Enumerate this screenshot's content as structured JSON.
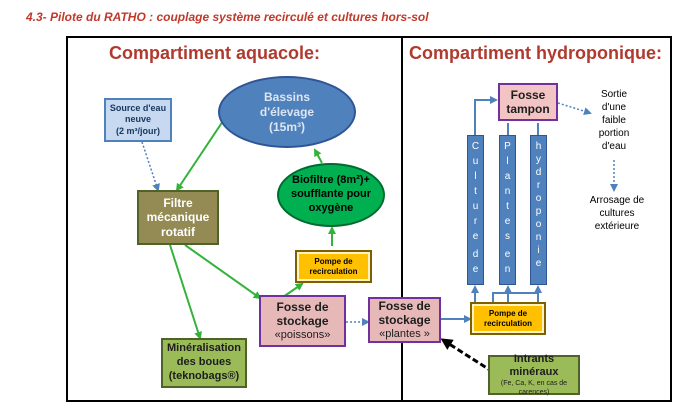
{
  "heading": "4.3- Pilote du RATHO : couplage système recirculé et cultures hors-sol",
  "aquacole": {
    "title": "Compartiment aquacole:",
    "source": {
      "line1": "Source d'eau",
      "line2": "neuve",
      "line3": "(2 m³/jour)"
    },
    "bassins": {
      "line1": "Bassins",
      "line2": "d'élevage",
      "line3": "(15m³)"
    },
    "biofiltre": {
      "line1": "Biofiltre (8m²)+",
      "line2": "soufflante pour",
      "line3": "oxygène"
    },
    "filtre": {
      "line1": "Filtre",
      "line2": "mécanique",
      "line3": "rotatif"
    },
    "pompe": {
      "line1": "Pompe de",
      "line2": "recirculation"
    },
    "fosse_poissons": {
      "line1": "Fosse de",
      "line2": "stockage",
      "line3": "«poissons»"
    },
    "mineralisation": {
      "line1": "Minéralisation",
      "line2": "des boues",
      "line3": "(teknobags®)"
    }
  },
  "hydroponique": {
    "title": "Compartiment hydroponique:",
    "fosse_tampon": {
      "line1": "Fosse",
      "line2": "tampon"
    },
    "fosse_plantes": {
      "line1": "Fosse de",
      "line2": "stockage",
      "line3": "«plantes »"
    },
    "pompe": {
      "line1": "Pompe de",
      "line2": "recirculation"
    },
    "columns": [
      "Culture de",
      "Plantes en",
      "hydroponie"
    ],
    "sortie": {
      "line1": "Sortie",
      "line2": "d'une",
      "line3": "faible",
      "line4": "portion",
      "line5": "d'eau"
    },
    "arrosage": {
      "line1": "Arrosage de",
      "line2": "cultures",
      "line3": "extérieure"
    },
    "intrants": {
      "line1": "Intrants minéraux",
      "line2": "(Fe, Ca, K, en cas de",
      "line3": "carences)"
    }
  },
  "colors": {
    "frame": "#000000",
    "title": "#b03a2e",
    "green_arrow": "#33b33a",
    "blue_arrow": "#4f81bd"
  }
}
